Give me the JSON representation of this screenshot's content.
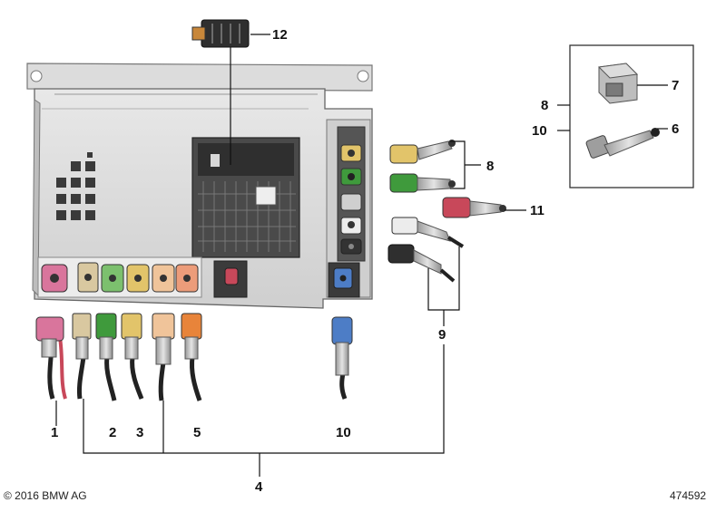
{
  "diagram": {
    "callouts": {
      "c1": "1",
      "c2": "2",
      "c3": "3",
      "c4": "4",
      "c5": "5",
      "c6": "6",
      "c7": "7",
      "c8_inset": "8",
      "c8_main": "8",
      "c9": "9",
      "c10_inset": "10",
      "c10_main": "10",
      "c11": "11",
      "c12": "12"
    },
    "copyright": "© 2016 BMW AG",
    "diagram_number": "474592"
  },
  "colors": {
    "pink": "#d9759c",
    "beige": "#d9c8a0",
    "green": "#7cc06e",
    "yellow": "#e2c46a",
    "peach": "#f0c49a",
    "salmon": "#ec9c7a",
    "blue": "#4d7dc6",
    "red": "#c8485a",
    "dark_green": "#3f9a3c",
    "orange": "#e8843a"
  }
}
